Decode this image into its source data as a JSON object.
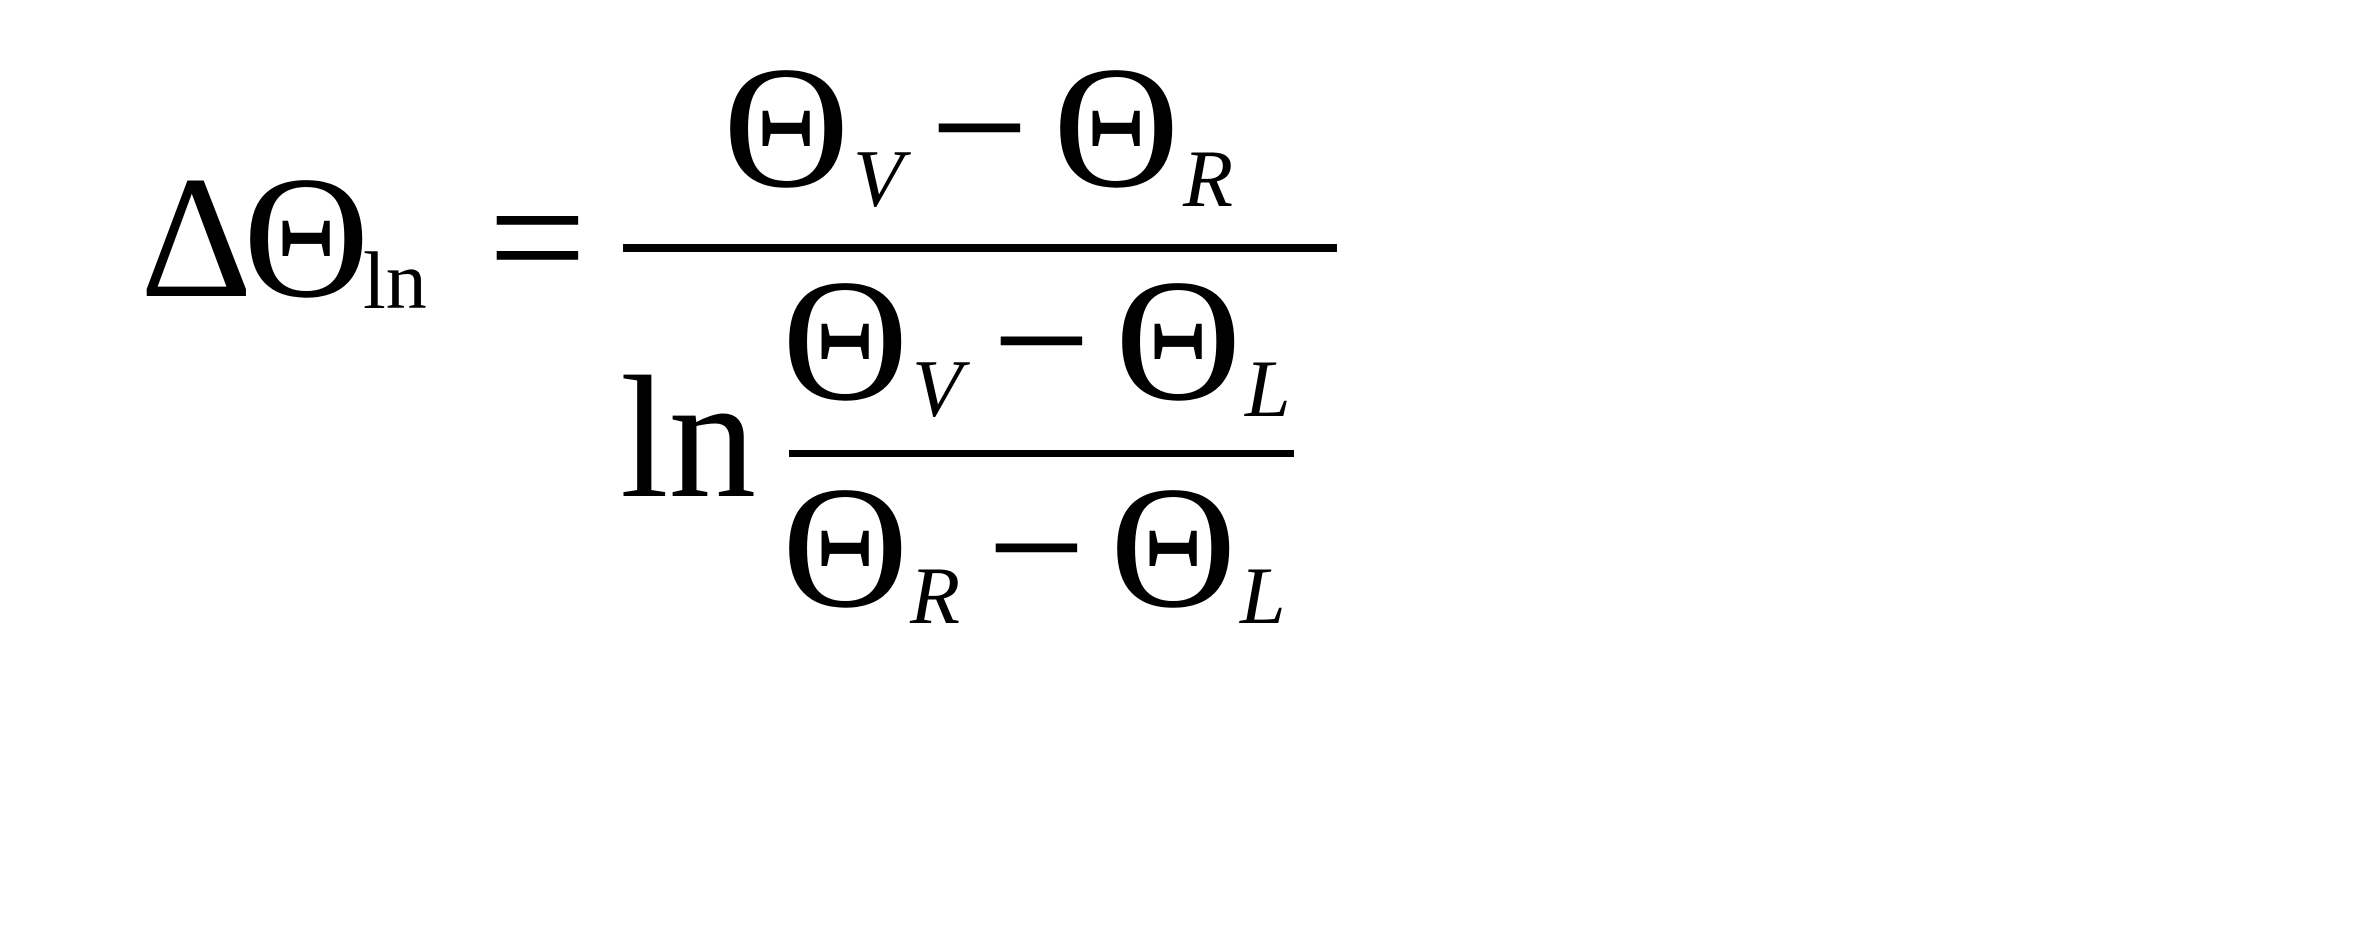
{
  "formula": {
    "lhs": {
      "delta": "Δ",
      "theta": "Θ",
      "subscript": "ln"
    },
    "equals": "=",
    "numerator": {
      "term1_symbol": "Θ",
      "term1_subscript": "V",
      "minus": "−",
      "term2_symbol": "Θ",
      "term2_subscript": "R"
    },
    "denominator": {
      "log": "ln",
      "inner_numerator": {
        "term1_symbol": "Θ",
        "term1_subscript": "V",
        "minus": "−",
        "term2_symbol": "Θ",
        "term2_subscript": "L"
      },
      "inner_denominator": {
        "term1_symbol": "Θ",
        "term1_subscript": "R",
        "minus": "−",
        "term2_symbol": "Θ",
        "term2_subscript": "L"
      }
    }
  }
}
